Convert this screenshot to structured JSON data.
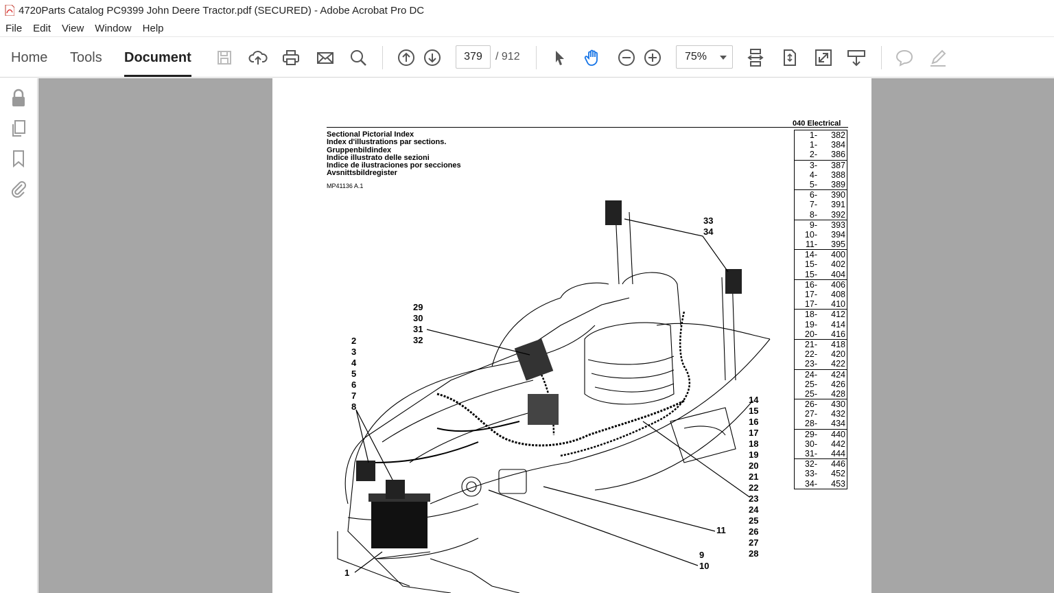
{
  "window": {
    "title": "4720Parts Catalog PC9399 John Deere  Tractor.pdf (SECURED) - Adobe Acrobat Pro DC"
  },
  "menu": [
    "File",
    "Edit",
    "View",
    "Window",
    "Help"
  ],
  "toolbar": {
    "tabs": {
      "home": "Home",
      "tools": "Tools",
      "document": "Document"
    },
    "page_current": "379",
    "page_total": "/  912",
    "zoom": "75%",
    "icons": [
      "save-icon",
      "cloud-upload-icon",
      "print-icon",
      "mail-icon",
      "search-icon",
      "page-up-icon",
      "page-down-icon",
      "select-cursor-icon",
      "hand-tool-icon",
      "zoom-out-icon",
      "zoom-in-icon",
      "scroll-mode-icon",
      "fit-page-icon",
      "fullscreen-icon",
      "read-mode-icon",
      "comment-icon",
      "sign-icon"
    ]
  },
  "sidebar": {
    "icons": [
      "lock-icon",
      "pages-icon",
      "bookmark-icon",
      "attachment-icon"
    ]
  },
  "document": {
    "section": "040  Electrical",
    "index_titles": [
      "Sectional Pictorial Index",
      "Index d'illustrations par sections.",
      "Gruppenbildindex",
      "Indice illustrato delle sezioni",
      "Indice de ilustraciones por secciones",
      "Avsnittsbildregister"
    ],
    "figure_code": "MP41136 A.1",
    "ref_table": [
      [
        [
          "1-",
          "382"
        ],
        [
          "1-",
          "384"
        ],
        [
          "2-",
          "386"
        ]
      ],
      [
        [
          "3-",
          "387"
        ],
        [
          "4-",
          "388"
        ],
        [
          "5-",
          "389"
        ]
      ],
      [
        [
          "6-",
          "390"
        ],
        [
          "7-",
          "391"
        ],
        [
          "8-",
          "392"
        ]
      ],
      [
        [
          "9-",
          "393"
        ],
        [
          "10-",
          "394"
        ],
        [
          "11-",
          "395"
        ]
      ],
      [
        [
          "14-",
          "400"
        ],
        [
          "15-",
          "402"
        ],
        [
          "15-",
          "404"
        ]
      ],
      [
        [
          "16-",
          "406"
        ],
        [
          "17-",
          "408"
        ],
        [
          "17-",
          "410"
        ]
      ],
      [
        [
          "18-",
          "412"
        ],
        [
          "19-",
          "414"
        ],
        [
          "20-",
          "416"
        ]
      ],
      [
        [
          "21-",
          "418"
        ],
        [
          "22-",
          "420"
        ],
        [
          "23-",
          "422"
        ]
      ],
      [
        [
          "24-",
          "424"
        ],
        [
          "25-",
          "426"
        ],
        [
          "25-",
          "428"
        ]
      ],
      [
        [
          "26-",
          "430"
        ],
        [
          "27-",
          "432"
        ],
        [
          "28-",
          "434"
        ]
      ],
      [
        [
          "29-",
          "440"
        ],
        [
          "30-",
          "442"
        ],
        [
          "31-",
          "444"
        ]
      ],
      [
        [
          "32-",
          "446"
        ],
        [
          "33-",
          "452"
        ],
        [
          "34-",
          "453"
        ]
      ]
    ],
    "callouts": {
      "c33_34": "33\n34",
      "c29_32": "29\n30\n31\n32",
      "c2_8": "2\n3\n4\n5\n6\n7\n8",
      "c14_28": "14\n15\n16\n17\n18\n19\n20\n21\n22\n23\n24\n25\n26\n27\n28",
      "c11": "11",
      "c9_10": "9\n10",
      "c1": "1"
    }
  }
}
